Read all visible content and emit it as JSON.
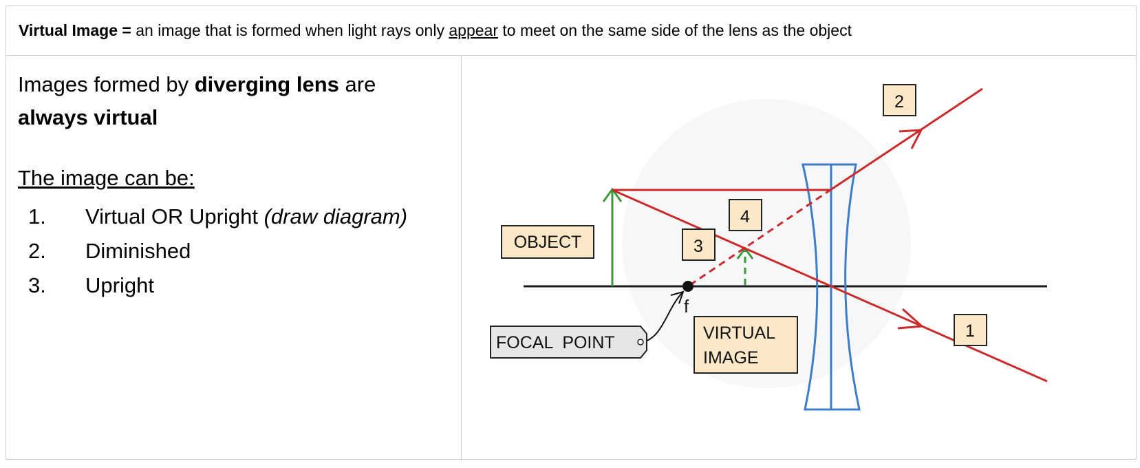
{
  "definition": {
    "term": "Virtual Image =",
    "text_before": " an image that is formed when light rays only ",
    "underlined": "appear",
    "text_after": " to meet on the same side of the lens as the object"
  },
  "left_panel": {
    "intro_part1": "Images formed by ",
    "intro_bold1": "diverging lens",
    "intro_part2": " are ",
    "intro_bold2": "always virtual",
    "list_heading": "The image can be:",
    "items": [
      {
        "number": "1.",
        "text": "Virtual OR Upright ",
        "note": "(draw diagram)"
      },
      {
        "number": "2.",
        "text": "Diminished",
        "note": ""
      },
      {
        "number": "3.",
        "text": "Upright",
        "note": ""
      }
    ]
  },
  "diagram": {
    "labels": {
      "object": "OBJECT",
      "focal_point": "FOCAL  POINT",
      "focal_symbol": "f",
      "virtual_image_line1": "VIRTUAL",
      "virtual_image_line2": "IMAGE"
    },
    "ray_numbers": [
      "1",
      "2",
      "3",
      "4"
    ],
    "colors": {
      "ray": "#cc2a2a",
      "lens": "#3d7cc9",
      "object_arrow": "#3a9a3a",
      "label_fill": "#fbe8c8",
      "focal_tag_fill": "#e6e6e6",
      "axis": "#1a1a1a"
    }
  }
}
